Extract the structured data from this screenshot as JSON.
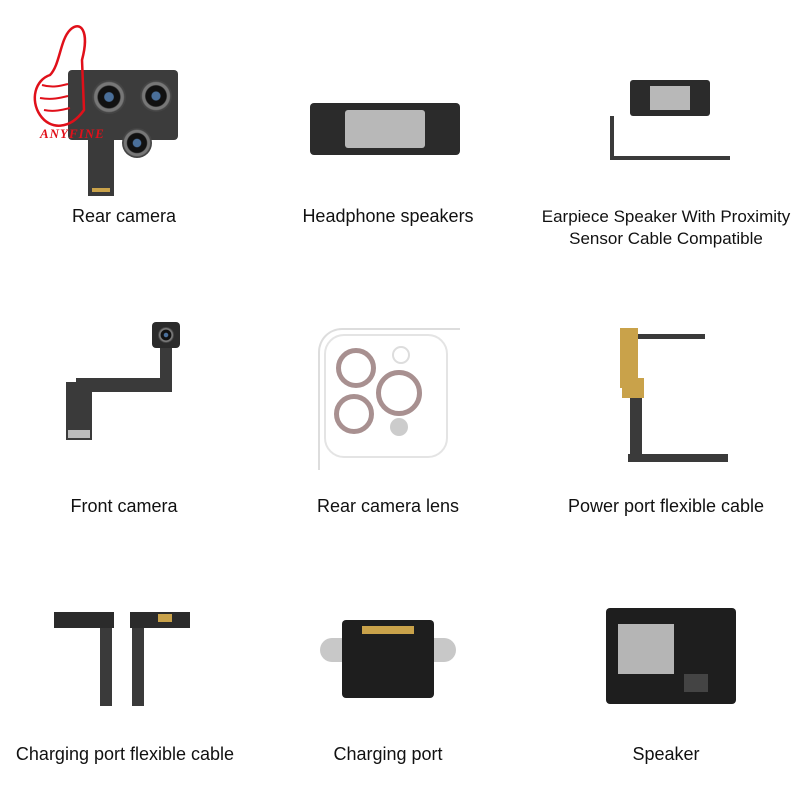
{
  "brand": {
    "logo_text": "ANYFINE",
    "color": "#e0101a"
  },
  "products": [
    {
      "label": "Rear camera",
      "icon": "rear-camera-module"
    },
    {
      "label": "Headphone speakers",
      "icon": "headphone-speaker"
    },
    {
      "label_lines": [
        "Earpiece Speaker With Proximity",
        "Sensor Cable Compatible"
      ],
      "icon": "earpiece-speaker"
    },
    {
      "label": "Front camera",
      "icon": "front-camera"
    },
    {
      "label": "Rear camera lens",
      "icon": "camera-lens"
    },
    {
      "label": "Power port flexible cable",
      "icon": "power-flex-cable"
    },
    {
      "label": "Charging port flexible cable",
      "icon": "charging-flex-cable"
    },
    {
      "label": "Charging port",
      "icon": "charging-port"
    },
    {
      "label": "Speaker",
      "icon": "speaker"
    }
  ]
}
